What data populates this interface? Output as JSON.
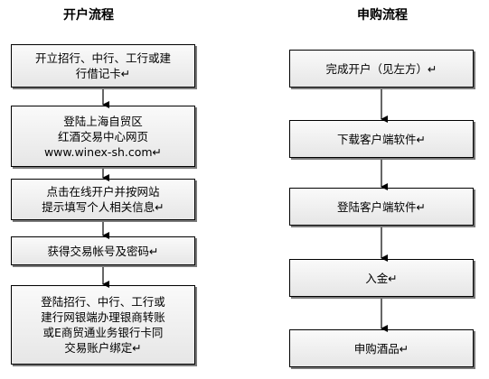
{
  "left_flow": {
    "title": "开户流程",
    "steps": [
      {
        "lines": [
          "开立招行、中行、工行或建",
          "行借记卡↵"
        ]
      },
      {
        "lines": [
          "登陆上海自贸区",
          "红酒交易中心网页",
          "www.winex-sh.com↵"
        ]
      },
      {
        "lines": [
          "点击在线开户并按网站",
          "提示填写个人相关信息↵"
        ]
      },
      {
        "lines": [
          "获得交易帐号及密码↵"
        ]
      },
      {
        "lines": [
          "登陆招行、中行、工行或",
          "建行网银端办理银商转账",
          "或E商贸通业务银行卡同",
          "交易账户绑定↵"
        ]
      }
    ]
  },
  "right_flow": {
    "title": "申购流程",
    "steps": [
      {
        "lines": [
          "完成开户（见左方）↵"
        ]
      },
      {
        "lines": [
          "下载客户端软件↵"
        ]
      },
      {
        "lines": [
          "登陆客户端软件↵"
        ]
      },
      {
        "lines": [
          "入金↵"
        ]
      },
      {
        "lines": [
          "申购酒品↵"
        ]
      }
    ]
  },
  "colors": {
    "border": "#000000",
    "shadow": "#7a7a7a",
    "box_top": "#fafafa",
    "box_bottom": "#e6e6e6"
  }
}
